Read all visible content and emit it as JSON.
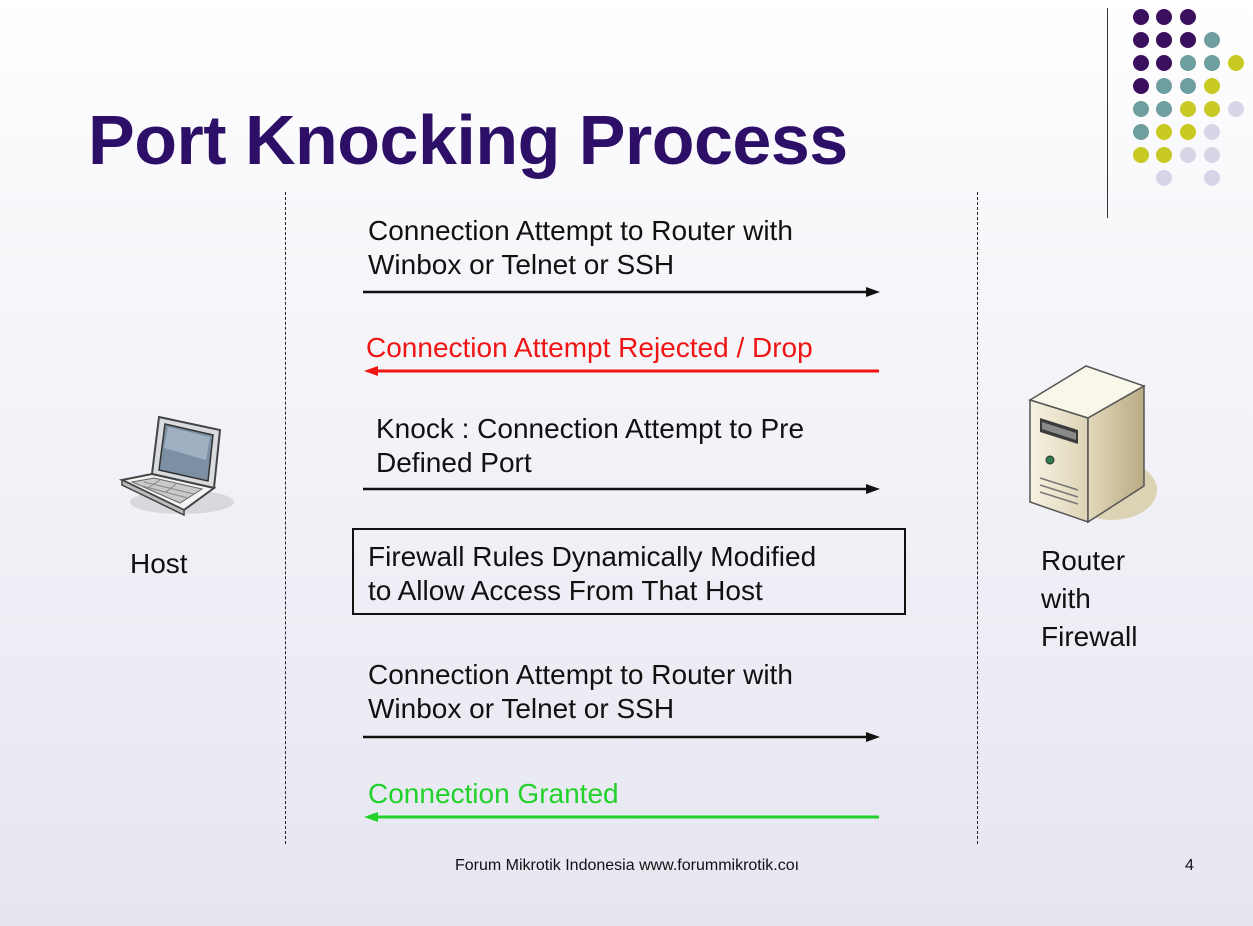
{
  "slide": {
    "title": "Port Knocking Process",
    "footer": "Forum Mikrotik Indonesia www.forummikrotik.coı",
    "page_number": "4"
  },
  "host": {
    "label": "Host",
    "icon": "laptop-icon"
  },
  "router": {
    "label_lines": [
      "Router",
      "with",
      "Firewall"
    ],
    "icon": "server-tower-icon"
  },
  "steps": [
    {
      "lines": [
        "Connection Attempt to Router with",
        "Winbox or Telnet or SSH"
      ],
      "direction": "to-router",
      "color": "#111111"
    },
    {
      "lines": [
        "Connection Attempt Rejected / Drop"
      ],
      "direction": "to-host",
      "color": "#f01515"
    },
    {
      "lines": [
        "Knock : Connection Attempt to Pre",
        "Defined Port"
      ],
      "direction": "to-router",
      "color": "#111111"
    },
    {
      "lines": [
        "Firewall Rules Dynamically Modified",
        "to Allow Access From That Host"
      ],
      "direction": "none",
      "color": "#111111"
    },
    {
      "lines": [
        "Connection Attempt to Router with",
        "Winbox or Telnet or SSH"
      ],
      "direction": "to-router",
      "color": "#111111"
    },
    {
      "lines": [
        "Connection Granted"
      ],
      "direction": "to-host",
      "color": "#22d22a"
    }
  ],
  "theme": {
    "title_color": "#2e0f68",
    "dot_colors": [
      "#3a0f5e",
      "#6f9ea0",
      "#c9c923",
      "#d6d6e8"
    ]
  }
}
